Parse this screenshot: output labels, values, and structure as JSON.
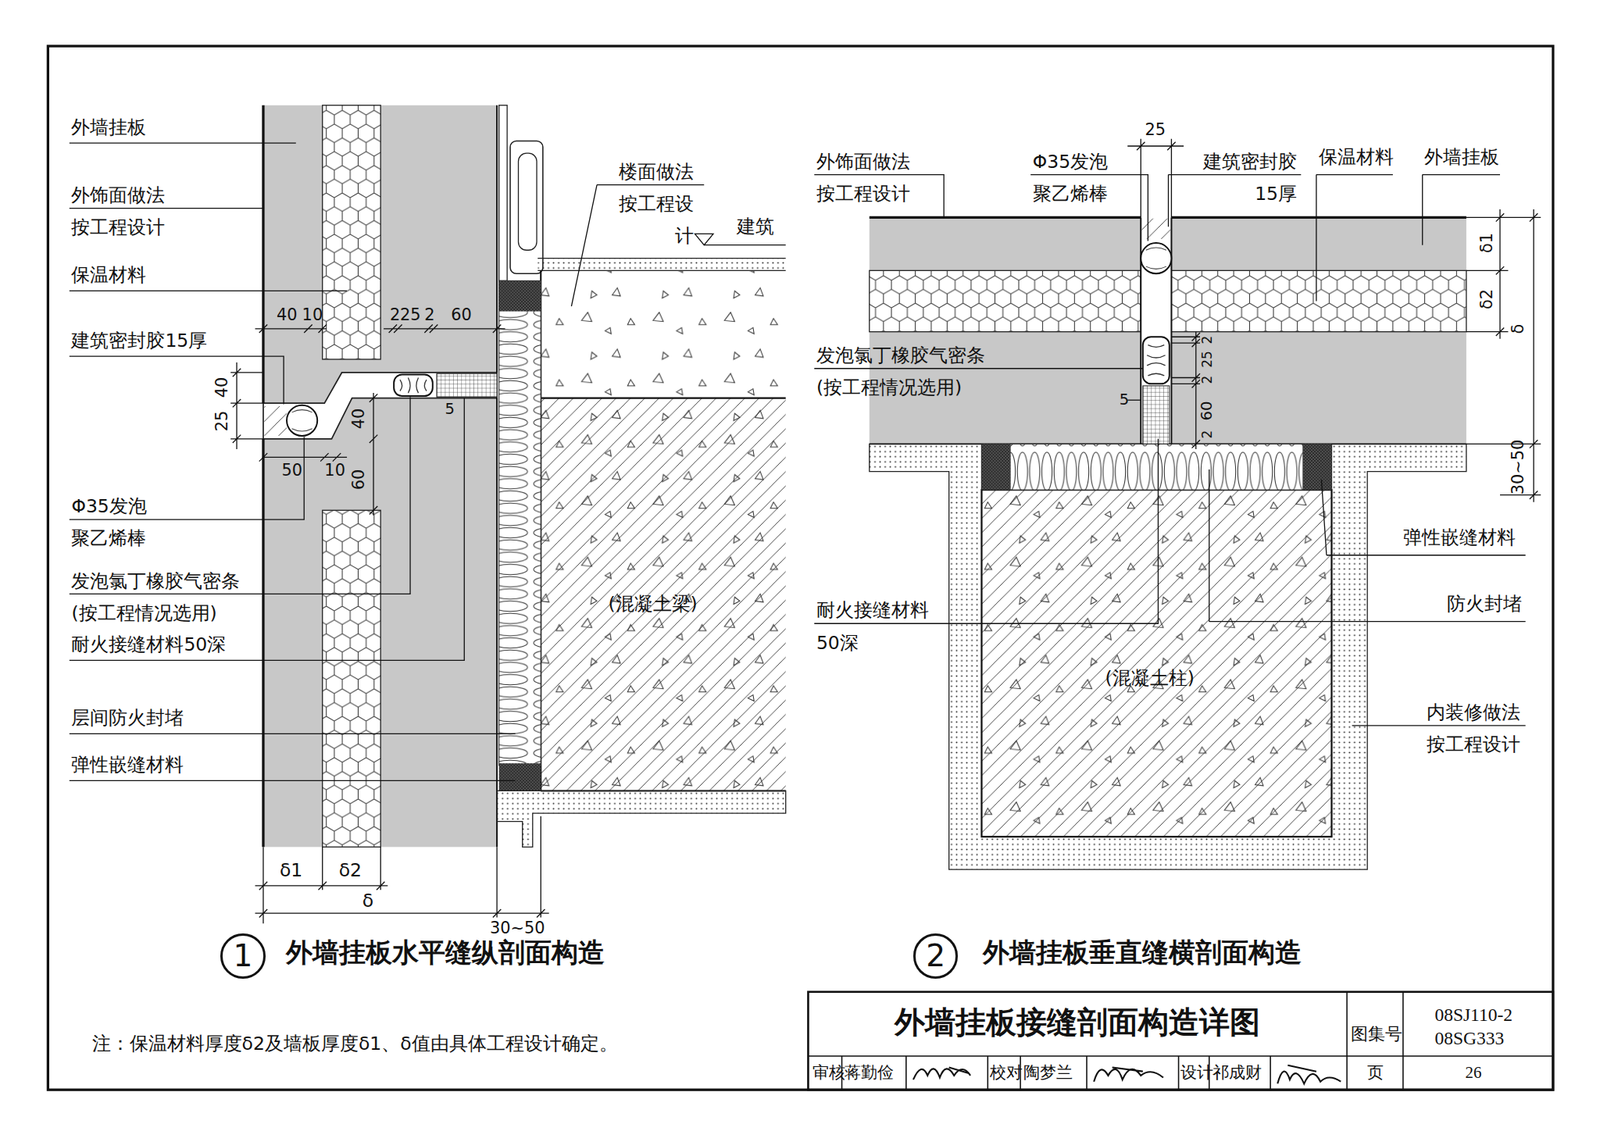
{
  "diagram": {
    "title": "外墙挂板接缝剖面构造详图",
    "nodes": [
      {
        "text": [
          "1"
        ]
      },
      {
        "text": [
          "2"
        ]
      }
    ],
    "labels": [
      "外墙挂板",
      "外饰面做法 按工程设计",
      "保温材料",
      "40",
      "10",
      "2",
      "25",
      "2",
      "60",
      "建筑密封胶15厚",
      "40",
      "25",
      "50",
      "10",
      "60",
      "40",
      "5",
      "Φ35发泡 聚乙烯棒",
      "发泡氯丁橡胶气密条 (按工程情况选用)",
      "耐火接缝材料50深",
      "层间防火封堵",
      "弹性嵌缝材料",
      "δ1",
      "δ2",
      "δ",
      "30~50",
      "楼面做法 按工程设计",
      "建筑",
      "(混凝土梁)",
      "25",
      "外饰面做法 按工程设计",
      "Φ35发泡 聚乙烯棒",
      "建筑密封胶 15厚",
      "保温材料",
      "外墙挂板",
      "δ1",
      "δ2",
      "δ",
      "30~50",
      "发泡氯丁橡胶气密条 (按工程情况选用)",
      "2",
      "25",
      "2",
      "5",
      "60",
      "2",
      "弹性嵌缝材料",
      "防火封堵",
      "耐火接缝材料 50深",
      "(混凝土柱)",
      "内装修做法 按工程设计",
      "外墙挂板水平缝纵剖面构造",
      "外墙挂板垂直缝横剖面构造",
      "图集号",
      "08SJ110-2 08SG333",
      "审核",
      "蒋勤俭",
      "校对",
      "陶梦兰",
      "设计",
      "祁成财",
      "页",
      "26",
      "注：保温材料厚度δ2及墙板厚度δ1、δ值由具体工程设计确定。"
    ]
  }
}
